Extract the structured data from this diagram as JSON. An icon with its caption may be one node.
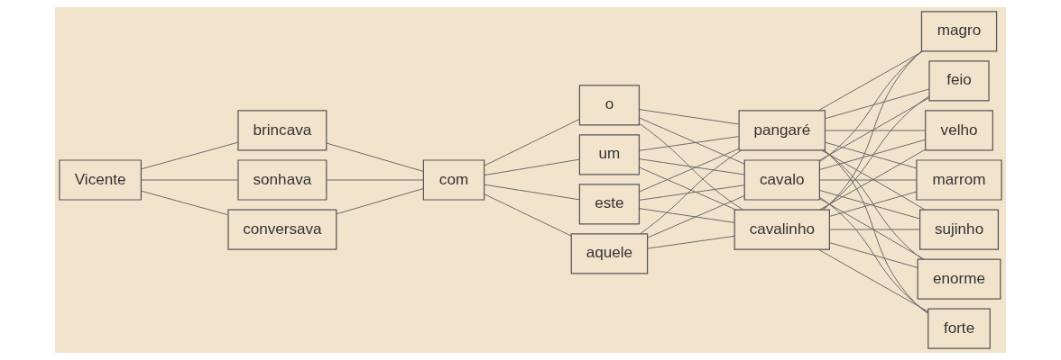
{
  "diagram": {
    "nodes": [
      {
        "text": [
          "Vicente"
        ]
      },
      {
        "text": [
          "brincava"
        ]
      },
      {
        "text": [
          "sonhava"
        ]
      },
      {
        "text": [
          "conversava"
        ]
      },
      {
        "text": [
          "com"
        ]
      },
      {
        "text": [
          "o"
        ]
      },
      {
        "text": [
          "um"
        ]
      },
      {
        "text": [
          "este"
        ]
      },
      {
        "text": [
          "aquele"
        ]
      },
      {
        "text": [
          "pangaré"
        ]
      },
      {
        "text": [
          "cavalo"
        ]
      },
      {
        "text": [
          "cavalinho"
        ]
      },
      {
        "text": [
          "magro"
        ]
      },
      {
        "text": [
          "feio"
        ]
      },
      {
        "text": [
          "velho"
        ]
      },
      {
        "text": [
          "marrom"
        ]
      },
      {
        "text": [
          "sujinho"
        ]
      },
      {
        "text": [
          "enorme"
        ]
      },
      {
        "text": [
          "forte"
        ]
      }
    ],
    "edges": [
      {
        "from": 0,
        "to": 1,
        "arrow": "none"
      },
      {
        "from": 0,
        "to": 2,
        "arrow": "none"
      },
      {
        "from": 0,
        "to": 3,
        "arrow": "none"
      },
      {
        "from": 1,
        "to": 4,
        "arrow": "none"
      },
      {
        "from": 2,
        "to": 4,
        "arrow": "none"
      },
      {
        "from": 3,
        "to": 4,
        "arrow": "none"
      },
      {
        "from": 4,
        "to": 5,
        "arrow": "none"
      },
      {
        "from": 4,
        "to": 6,
        "arrow": "none"
      },
      {
        "from": 4,
        "to": 7,
        "arrow": "none"
      },
      {
        "from": 4,
        "to": 8,
        "arrow": "none"
      },
      {
        "from": 5,
        "to": 9,
        "arrow": "none"
      },
      {
        "from": 5,
        "to": 10,
        "arrow": "none"
      },
      {
        "from": 5,
        "to": 11,
        "arrow": "none"
      },
      {
        "from": 6,
        "to": 9,
        "arrow": "none"
      },
      {
        "from": 6,
        "to": 10,
        "arrow": "none"
      },
      {
        "from": 6,
        "to": 11,
        "arrow": "none"
      },
      {
        "from": 7,
        "to": 9,
        "arrow": "none"
      },
      {
        "from": 7,
        "to": 10,
        "arrow": "none"
      },
      {
        "from": 7,
        "to": 11,
        "arrow": "none"
      },
      {
        "from": 8,
        "to": 9,
        "arrow": "none"
      },
      {
        "from": 8,
        "to": 10,
        "arrow": "none"
      },
      {
        "from": 8,
        "to": 11,
        "arrow": "none"
      },
      {
        "from": 9,
        "to": 12,
        "arrow": "none"
      },
      {
        "from": 9,
        "to": 13,
        "arrow": "none"
      },
      {
        "from": 9,
        "to": 14,
        "arrow": "none"
      },
      {
        "from": 9,
        "to": 15,
        "arrow": "none"
      },
      {
        "from": 9,
        "to": 16,
        "arrow": "none"
      },
      {
        "from": 9,
        "to": 17,
        "arrow": "none"
      },
      {
        "from": 9,
        "to": 18,
        "arrow": "none"
      },
      {
        "from": 10,
        "to": 12,
        "arrow": "none"
      },
      {
        "from": 10,
        "to": 13,
        "arrow": "none"
      },
      {
        "from": 10,
        "to": 14,
        "arrow": "none"
      },
      {
        "from": 10,
        "to": 15,
        "arrow": "none"
      },
      {
        "from": 10,
        "to": 16,
        "arrow": "none"
      },
      {
        "from": 10,
        "to": 17,
        "arrow": "none"
      },
      {
        "from": 10,
        "to": 18,
        "arrow": "none"
      },
      {
        "from": 11,
        "to": 12,
        "arrow": "none"
      },
      {
        "from": 11,
        "to": 13,
        "arrow": "none"
      },
      {
        "from": 11,
        "to": 14,
        "arrow": "none"
      },
      {
        "from": 11,
        "to": 15,
        "arrow": "none"
      },
      {
        "from": 11,
        "to": 16,
        "arrow": "none"
      },
      {
        "from": 11,
        "to": 17,
        "arrow": "none"
      },
      {
        "from": 11,
        "to": 18,
        "arrow": "none"
      }
    ]
  }
}
